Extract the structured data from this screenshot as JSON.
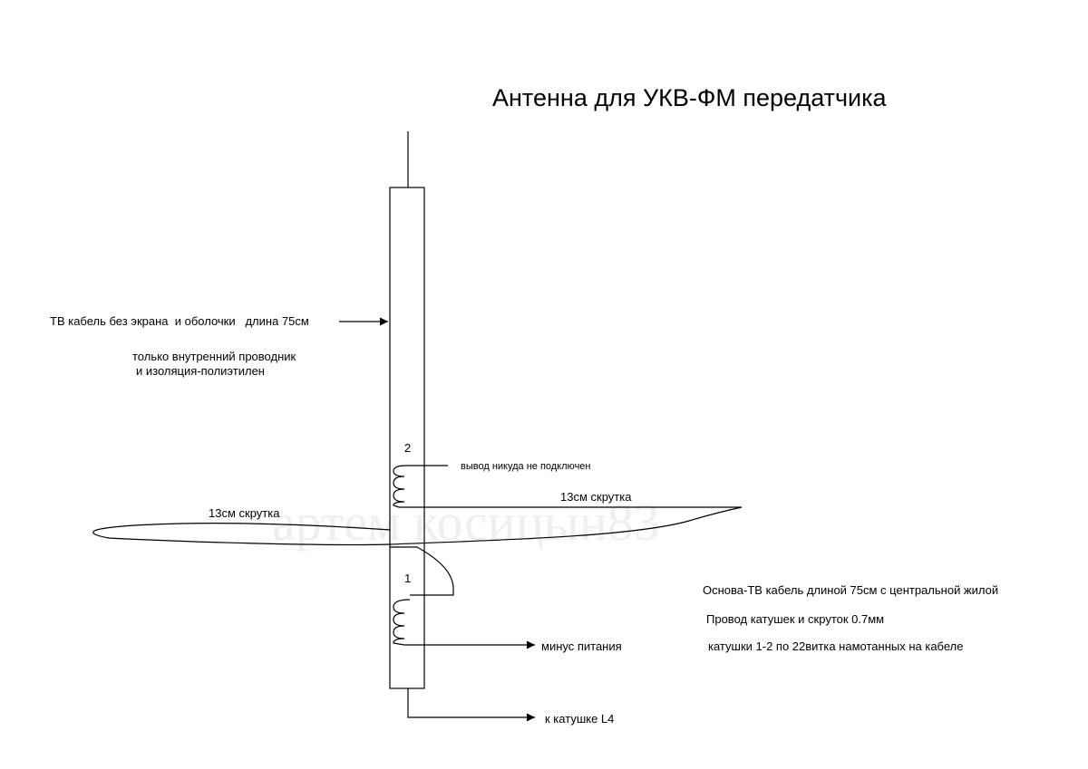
{
  "title": "Антенна для УКВ-ФМ передатчика",
  "watermark": "артем косицын83",
  "labels": {
    "cable": "ТВ кабель без экрана  и оболочки   длина 75см",
    "inner_line1": "только внутренний проводник",
    "inner_line2": "и изоляция-полиэтилен",
    "coil2_num": "2",
    "coil2_note": "вывод никуда не подключен",
    "twist_right": "13см скрутка",
    "twist_left": "13см скрутка",
    "coil1_num": "1",
    "power_minus": "минус питания",
    "to_coil": "к катушке L4"
  },
  "notes": [
    "Основа-ТВ кабель длиной 75см с центральной жилой",
    "Провод катушек и скруток 0.7мм",
    "катушки 1-2 по 22витка намотанных на кабеле"
  ]
}
